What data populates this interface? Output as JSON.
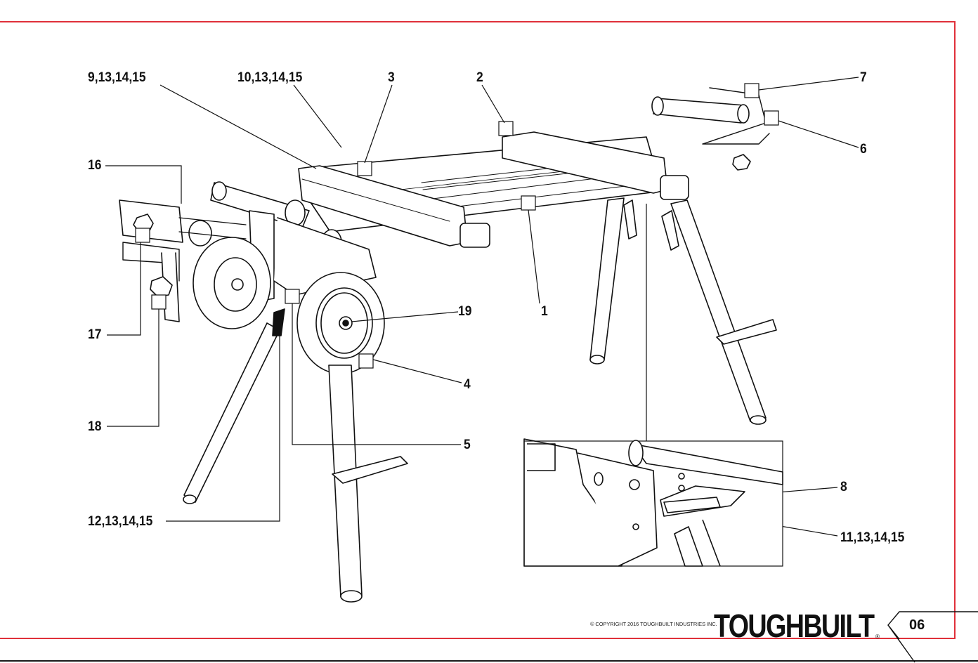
{
  "diagram": {
    "callouts": {
      "c1": "1",
      "c2": "2",
      "c3": "3",
      "c4": "4",
      "c5": "5",
      "c6": "6",
      "c7": "7",
      "c8": "8",
      "c9": "9,13,14,15",
      "c10": "10,13,14,15",
      "c11": "11,13,14,15",
      "c12": "12,13,14,15",
      "c16": "16",
      "c17": "17",
      "c18": "18",
      "c19": "19"
    }
  },
  "footer": {
    "copyright": "© COPYRIGHT 2016 TOUGHBUILT INDUSTRIES INC.",
    "brand": "TOUGHBUILT",
    "brand_mark": "®",
    "page_number": "06"
  },
  "colors": {
    "frame": "#e0303a",
    "ink": "#111111"
  }
}
